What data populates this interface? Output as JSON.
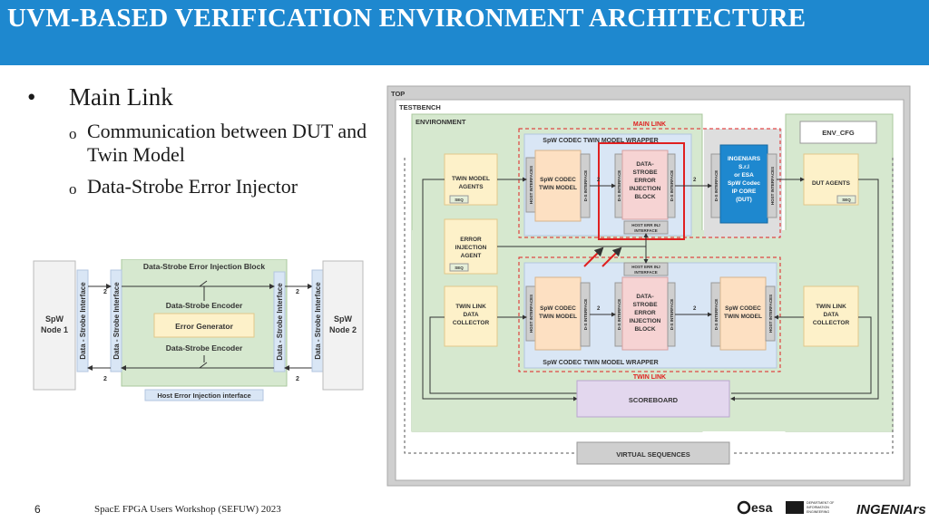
{
  "slide": {
    "title": "UVM-BASED VERIFICATION ENVIRONMENT ARCHITECTURE",
    "bullet": "Main Link",
    "sub_bullets": [
      {
        "marker": "o",
        "text": "Communication between DUT and Twin Model"
      },
      {
        "marker": "o",
        "text": "Data-Strobe Error Injector"
      }
    ],
    "page_number": "6",
    "footer": "SpacE FPGA Users Workshop (SEFUW) 2023"
  },
  "left_diagram": {
    "block_title": "Data-Strobe Error Injection Block",
    "node1": [
      "SpW",
      "Node 1"
    ],
    "node2": [
      "SpW",
      "Node 2"
    ],
    "ds_interface": "Data - Strobe Interface",
    "encoder_top": "Data-Strobe Encoder",
    "error_generator": "Error Generator",
    "encoder_bottom": "Data-Strobe Encoder",
    "host_error_interface": "Host Error Injection interface",
    "bus_width": "2"
  },
  "right_diagram": {
    "top": "TOP",
    "testbench": "TESTBENCH",
    "environment": "ENVIRONMENT",
    "main_link": "MAIN LINK",
    "twin_link": "TWIN LINK",
    "env_cfg": "ENV_CFG",
    "wrapper": "SpW CODEC TWIN MODEL WRAPPER",
    "twin_model_agents": [
      "TWIN MODEL",
      "AGENTS"
    ],
    "seq": "SEQ",
    "error_injection_agent": [
      "ERROR",
      "INJECTION",
      "AGENT"
    ],
    "twin_link_collector": [
      "TWIN LINK",
      "DATA",
      "COLLECTOR"
    ],
    "codec_twin_model": [
      "SpW CODEC",
      "TWIN MODEL"
    ],
    "host_interfaces": "HOST INTERFACES",
    "ds_interface": "D-S INTERFACE",
    "ds_block": [
      "DATA-",
      "STROBE",
      "ERROR",
      "INJECTION",
      "BLOCK"
    ],
    "host_err_inj": [
      "HOST ERR INJ",
      "INTERFACE"
    ],
    "dut": [
      "INGENIARS",
      "S.r.l",
      "or ESA",
      "SpW Codec",
      "IP CORE",
      "(DUT)"
    ],
    "dut_agents": "DUT AGENTS",
    "scoreboard": "SCOREBOARD",
    "virtual_sequences": "VIRTUAL SEQUENCES",
    "bus_width": "2"
  },
  "logos": {
    "esa": "esa",
    "dii": [
      "DEPARTMENT OF",
      "INFORMATION",
      "ENGINEERING"
    ],
    "ingeniars": "INGENIArs"
  },
  "colors": {
    "banner": "#1e88cf",
    "dut_blue": "#1e88cf",
    "env_green": "#d6e8cf",
    "agent_yellow": "#fdf1c9",
    "block_pink": "#f6d3d3",
    "wrapper_blue": "#d9e6f5",
    "highlight_red": "#e02020"
  }
}
